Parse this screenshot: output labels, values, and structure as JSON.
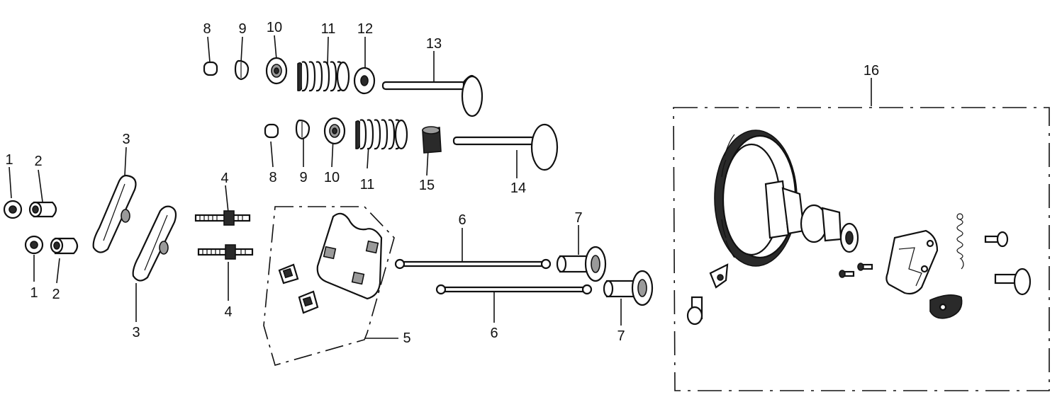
{
  "labels": [
    "1",
    "1",
    "2",
    "2",
    "3",
    "3",
    "4",
    "4",
    "5",
    "6",
    "6",
    "7",
    "7",
    "8",
    "8",
    "9",
    "9",
    "10",
    "10",
    "11",
    "11",
    "12",
    "13",
    "14",
    "15",
    "16"
  ],
  "colors": {
    "line": "#111111",
    "background": "#ffffff"
  }
}
